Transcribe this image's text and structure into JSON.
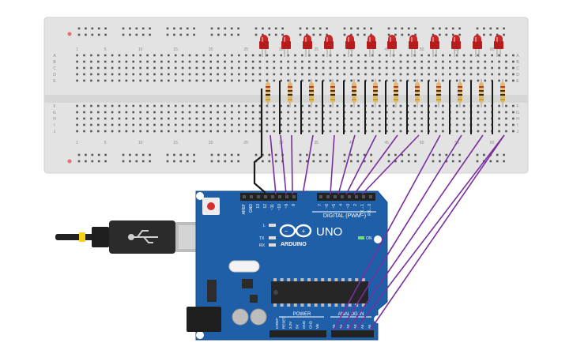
{
  "breadboard": {
    "column_numbers_top": [
      "1",
      "5",
      "10",
      "15",
      "20",
      "25",
      "30",
      "35",
      "40",
      "45",
      "50",
      "55",
      "60"
    ],
    "column_numbers_bottom": [
      "1",
      "5",
      "10",
      "15",
      "20",
      "25",
      "30",
      "35",
      "40",
      "45",
      "50",
      "55",
      "60"
    ],
    "row_letters_top": [
      "A",
      "B",
      "C",
      "D",
      "E"
    ],
    "row_letters_bottom": [
      "F",
      "G",
      "H",
      "I",
      "J"
    ],
    "led_color": "#c62828",
    "led_count": 12,
    "resistor_count": 12
  },
  "arduino": {
    "header_pins_left": [
      "AREF",
      "GND",
      "13",
      "12",
      "~11",
      "~10",
      "~9",
      "8"
    ],
    "header_pins_right": [
      "7",
      "~6",
      "~5",
      "4",
      "~3",
      "2",
      "TX→1",
      "RX←0"
    ],
    "digital_label": "DIGITAL (PWM~)",
    "on_label": "ON",
    "l_label": "L",
    "tx_label": "TX",
    "rx_label": "RX",
    "brand_label": "ARDUINO",
    "model_label": "UNO",
    "power_label": "POWER",
    "analog_label": "ANALOG IN",
    "power_pins": [
      "IOREF",
      "RESET",
      "3.3V",
      "5V",
      "GND",
      "GND",
      "Vin"
    ],
    "analog_pins": [
      "A0",
      "A1",
      "A2",
      "A3",
      "A4",
      "A5"
    ],
    "board_color": "#1f5fa8",
    "wire_color": "#7a2e9e"
  }
}
